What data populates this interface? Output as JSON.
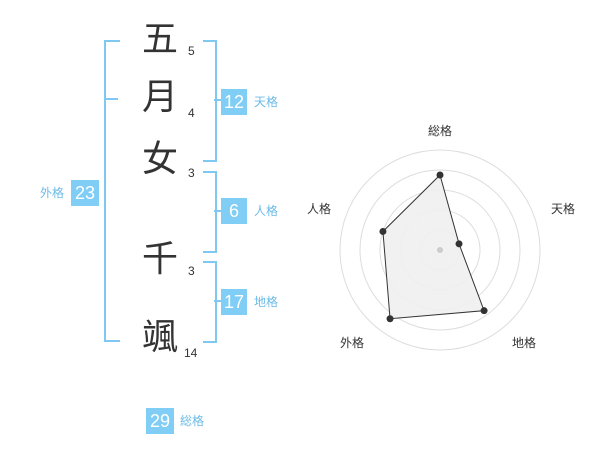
{
  "name": {
    "chars": [
      {
        "char": "五",
        "strokes": "5"
      },
      {
        "char": "月",
        "strokes": "4"
      },
      {
        "char": "女",
        "strokes": "3"
      },
      {
        "char": "千",
        "strokes": "3"
      },
      {
        "char": "颯",
        "strokes": "14"
      }
    ]
  },
  "scores": {
    "tenkaku": {
      "value": "12",
      "label": "天格"
    },
    "jinkaku": {
      "value": "6",
      "label": "人格"
    },
    "chikaku": {
      "value": "17",
      "label": "地格"
    },
    "gaikaku": {
      "value": "23",
      "label": "外格"
    },
    "soukaku": {
      "value": "29",
      "label": "総格"
    }
  },
  "radar": {
    "axes": [
      "総格",
      "天格",
      "地格",
      "外格",
      "人格"
    ],
    "values": [
      0.75,
      0.2,
      0.75,
      0.85,
      0.6
    ],
    "fill_color": "#f0f0f0",
    "line_color": "#333333",
    "grid_color": "#dddddd",
    "center_color": "#cccccc"
  },
  "colors": {
    "bracket": "#7fc8f2",
    "score_box": "#80cdf5",
    "score_label": "#6cbbe8"
  }
}
